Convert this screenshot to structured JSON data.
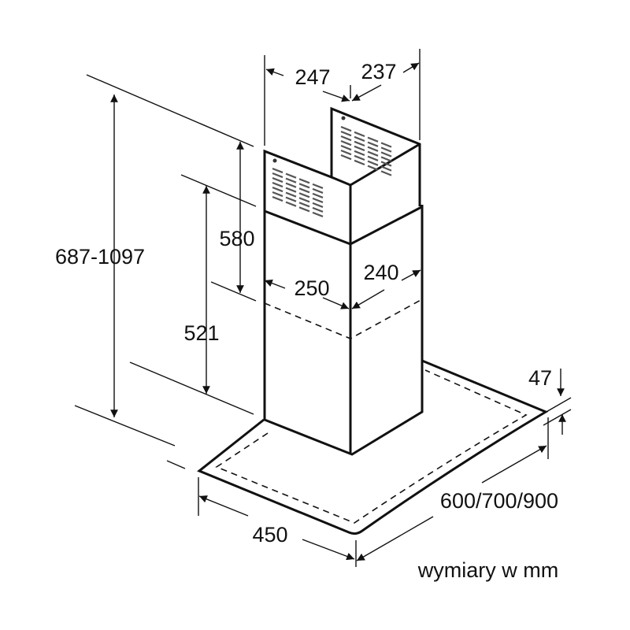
{
  "title": "Range hood dimension drawing",
  "dimensions": {
    "total_height": "687-1097",
    "upper_chimney_height": "580",
    "lower_chimney_height": "521",
    "upper_chimney_width": "247",
    "upper_chimney_depth": "237",
    "lower_chimney_width": "250",
    "lower_chimney_depth": "240",
    "canopy_thickness": "47",
    "canopy_width": "600/700/900",
    "canopy_depth": "450"
  },
  "units_note": "wymiary w mm"
}
